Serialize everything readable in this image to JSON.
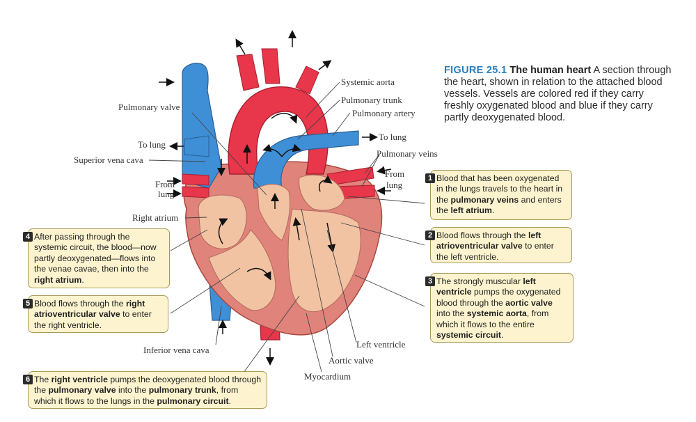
{
  "caption": {
    "figure_number": "FIGURE 25.1",
    "title": "The human heart",
    "text": "A section through the heart, shown in relation to the attached blood vessels. Vessels are colored red if they carry freshly oxygenated blood and blue if they carry partly deoxygenated blood."
  },
  "labels": {
    "systemic_aorta": "Systemic aorta",
    "pulmonary_trunk": "Pulmonary trunk",
    "pulmonary_artery": "Pulmonary artery",
    "pulmonary_valve": "Pulmonary valve",
    "to_lung_left": "To lung",
    "to_lung_right": "To lung",
    "pulmonary_veins": "Pulmonary veins",
    "superior_vena_cava": "Superior vena cava",
    "from_lung_left_1": "From",
    "from_lung_left_2": "lung",
    "from_lung_right_1": "From",
    "from_lung_right_2": "lung",
    "right_atrium": "Right atrium",
    "inferior_vena_cava": "Inferior vena cava",
    "left_ventricle": "Left ventricle",
    "aortic_valve": "Aortic valve",
    "myocardium": "Myocardium"
  },
  "steps": [
    {
      "num": "1",
      "parts": [
        [
          "Blood that has been oxygenated in the lungs travels to the heart in the ",
          false
        ],
        [
          "pulmonary veins",
          true
        ],
        [
          " and enters the ",
          false
        ],
        [
          "left atrium",
          true
        ],
        [
          ".",
          false
        ]
      ]
    },
    {
      "num": "2",
      "parts": [
        [
          "Blood flows through the ",
          false
        ],
        [
          "left atrioventricular valve",
          true
        ],
        [
          " to enter the left ventricle.",
          false
        ]
      ]
    },
    {
      "num": "3",
      "parts": [
        [
          "The strongly muscular ",
          false
        ],
        [
          "left ventricle",
          true
        ],
        [
          " pumps the oxygenated blood through the ",
          false
        ],
        [
          "aortic valve",
          true
        ],
        [
          " into the ",
          false
        ],
        [
          "systemic aorta",
          true
        ],
        [
          ", from which it flows to the entire ",
          false
        ],
        [
          "systemic circuit",
          true
        ],
        [
          ".",
          false
        ]
      ]
    },
    {
      "num": "4",
      "parts": [
        [
          "After passing through the systemic circuit, the blood—now partly deoxygenated—flows into the venae cavae, then into the ",
          false
        ],
        [
          "right atrium",
          true
        ],
        [
          ".",
          false
        ]
      ]
    },
    {
      "num": "5",
      "parts": [
        [
          "Blood flows through the ",
          false
        ],
        [
          "right atrioventricular valve",
          true
        ],
        [
          " to enter the right ventricle.",
          false
        ]
      ]
    },
    {
      "num": "6",
      "parts": [
        [
          "The ",
          false
        ],
        [
          "right ventricle",
          true
        ],
        [
          " pumps the deoxygenated blood through the ",
          false
        ],
        [
          "pulmonary valve",
          true
        ],
        [
          " into the ",
          false
        ],
        [
          "pulmonary trunk",
          true
        ],
        [
          ", from which it flows to the lungs in the ",
          false
        ],
        [
          "pulmonary circuit",
          true
        ],
        [
          ".",
          false
        ]
      ]
    }
  ],
  "colors": {
    "oxygenated": "#e8364a",
    "deoxygenated": "#3f8fd6",
    "heart_wall": "#e0837a",
    "chamber": "#f2c3a2",
    "callout_fill": "#fdf4cf",
    "figure_label": "#2a7fbf"
  }
}
